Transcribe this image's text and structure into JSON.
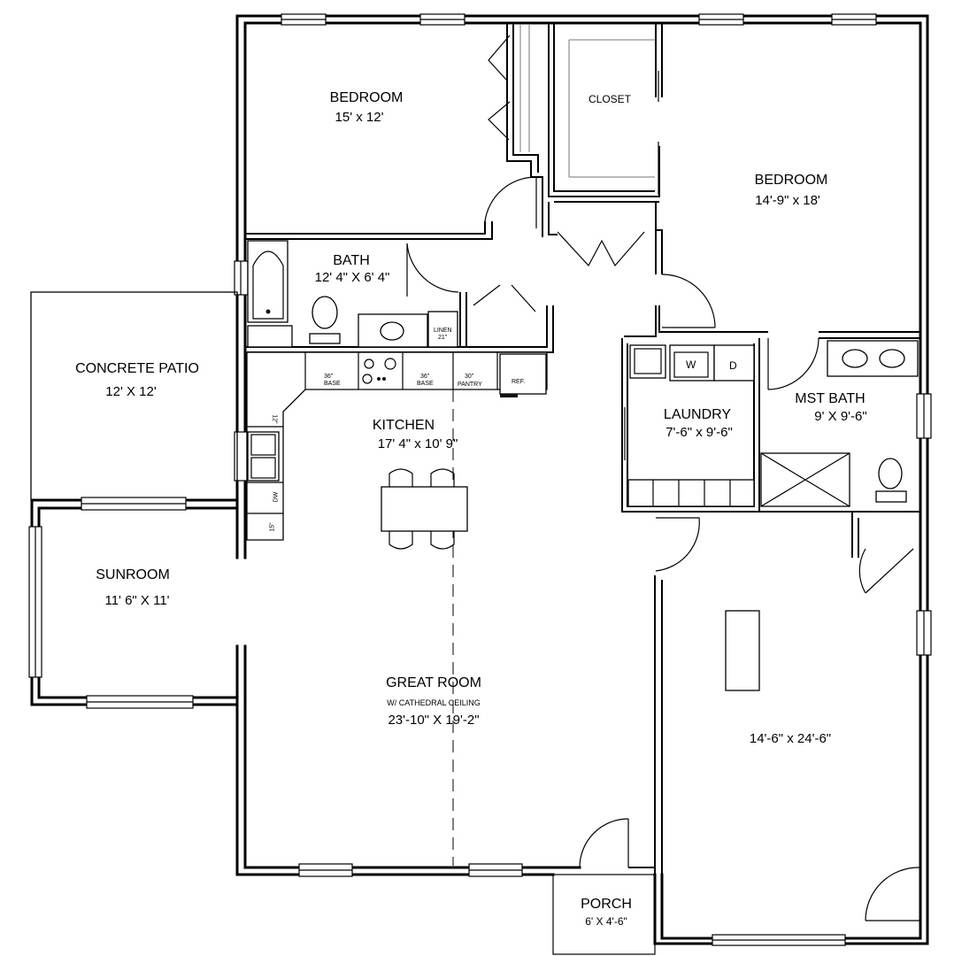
{
  "rooms": {
    "bedroom1": {
      "name": "BEDROOM",
      "dims": "15' x 12'"
    },
    "closet": {
      "name": "CLOSET"
    },
    "bedroom2": {
      "name": "BEDROOM",
      "dims": "14'-9\" x 18'"
    },
    "bath": {
      "name": "BATH",
      "dims": "12' 4\" X 6' 4\""
    },
    "patio": {
      "name": "CONCRETE PATIO",
      "dims": "12' X 12'"
    },
    "kitchen": {
      "name": "KITCHEN",
      "dims": "17' 4\" x 10' 9\""
    },
    "laundry": {
      "name": "LAUNDRY",
      "dims": "7'-6\" x 9'-6\""
    },
    "mst_bath": {
      "name": "MST BATH",
      "dims": "9' X 9'-6\""
    },
    "sunroom": {
      "name": "SUNROOM",
      "dims": "11' 6\" X 11'"
    },
    "great_room": {
      "name": "GREAT ROOM",
      "note": "W/ CATHEDRAL CEILING",
      "dims": "23'-10\" X 19'-2\""
    },
    "garage": {
      "dims": "14'-6\" x 24'-6\""
    },
    "porch": {
      "name": "PORCH",
      "dims": "6' X 4'-6\""
    }
  },
  "fixtures": {
    "base36a": "36\"",
    "base_label": "BASE",
    "base36b": "36\"",
    "pantry30": "30\"",
    "pantry_label": "PANTRY",
    "ref": "REF.",
    "linen_label": "LINEN",
    "linen21": "21\"",
    "base12": "12\"",
    "base15": "15\"",
    "dw": "DW",
    "washer": "W",
    "dryer": "D"
  }
}
